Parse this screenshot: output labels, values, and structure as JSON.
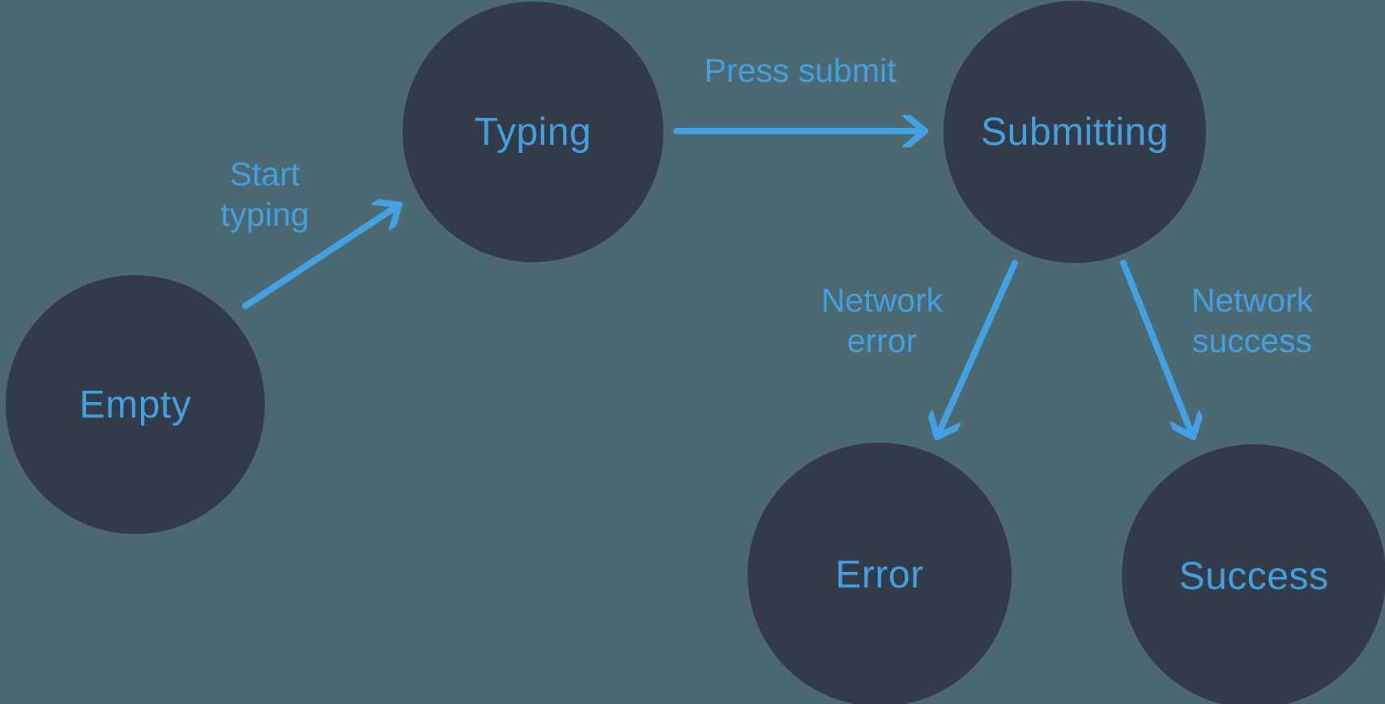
{
  "diagram": {
    "type": "state-machine",
    "colors": {
      "background": "#4C6971",
      "node_fill": "#343B48",
      "accent_blue": "#41A1E3"
    },
    "nodes": [
      {
        "id": "empty",
        "label": "Empty"
      },
      {
        "id": "typing",
        "label": "Typing"
      },
      {
        "id": "submitting",
        "label": "Submitting"
      },
      {
        "id": "error",
        "label": "Error"
      },
      {
        "id": "success",
        "label": "Success"
      }
    ],
    "edges": [
      {
        "from": "empty",
        "to": "typing",
        "label": "Start typing",
        "lines": [
          "Start",
          "typing"
        ]
      },
      {
        "from": "typing",
        "to": "submitting",
        "label": "Press submit",
        "lines": [
          "Press submit"
        ]
      },
      {
        "from": "submitting",
        "to": "error",
        "label": "Network error",
        "lines": [
          "Network",
          "error"
        ]
      },
      {
        "from": "submitting",
        "to": "success",
        "label": "Network success",
        "lines": [
          "Network",
          "success"
        ]
      }
    ]
  }
}
